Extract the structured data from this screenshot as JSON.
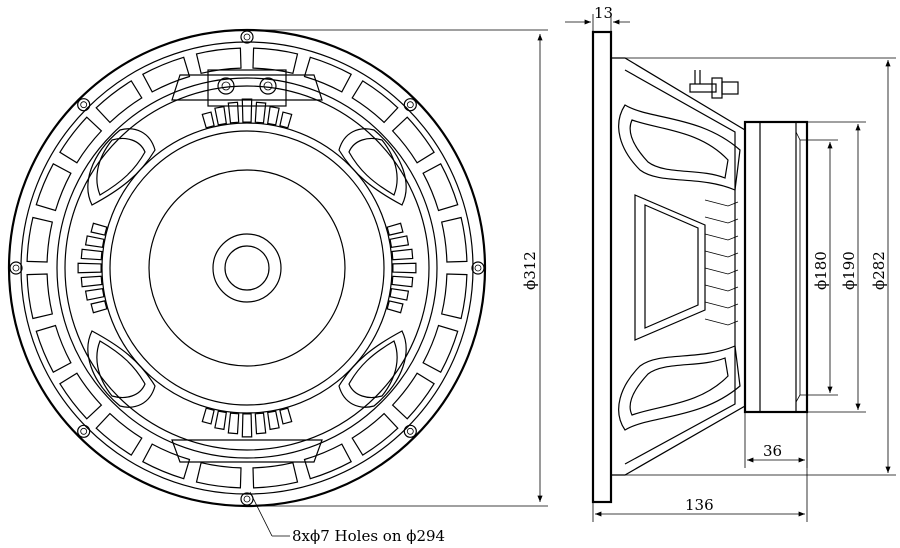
{
  "dimensions": {
    "flange_thickness": "13",
    "outer_diameter": "ϕ312",
    "magnet_diameter_inner": "ϕ180",
    "magnet_diameter_outer": "ϕ190",
    "baffle_diameter": "ϕ282",
    "magnet_depth": "36",
    "overall_depth": "136"
  },
  "notes": {
    "mounting_holes": "8xϕ7 Holes on ϕ294"
  }
}
